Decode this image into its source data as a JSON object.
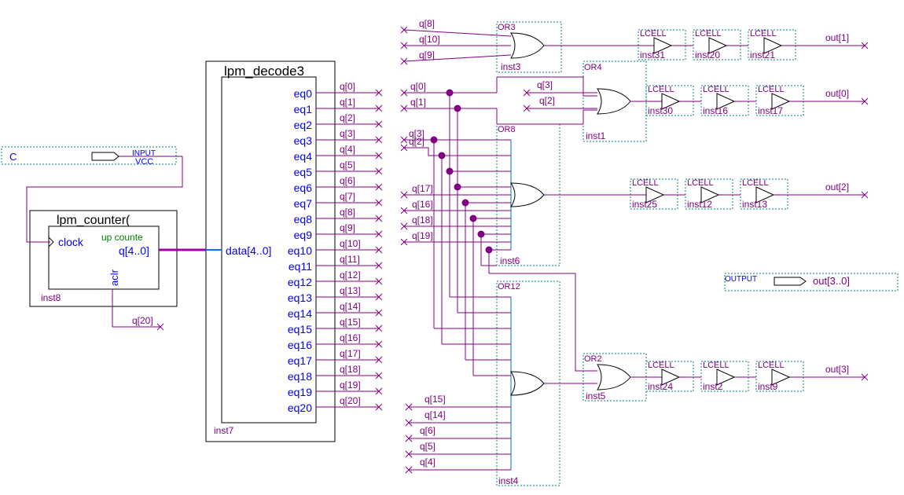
{
  "colors": {
    "wire": "#800080",
    "port": "#0000ff",
    "bus": "#a000a0",
    "dots": "#008080",
    "box": "#000000",
    "green": "#008000",
    "blue_line": "#0070ff"
  },
  "input": {
    "name": "C",
    "label": "INPUT",
    "vcc": "VCC"
  },
  "counter": {
    "title": "lpm_counter(",
    "mode": "up counte",
    "clock": "clock",
    "q": "q[4..0]",
    "aclr": "aclr",
    "inst": "inst8",
    "aclr_wire": "q[20]"
  },
  "decoder": {
    "title": "lpm_decode3",
    "data": "data[4..0]",
    "inst": "inst7",
    "eq": [
      "eq0",
      "eq1",
      "eq2",
      "eq3",
      "eq4",
      "eq5",
      "eq6",
      "eq7",
      "eq8",
      "eq9",
      "eq10",
      "eq11",
      "eq12",
      "eq13",
      "eq14",
      "eq15",
      "eq16",
      "eq17",
      "eq18",
      "eq19",
      "eq20"
    ],
    "q": [
      "q[0]",
      "q[1]",
      "q[2]",
      "q[3]",
      "q[4]",
      "q[5]",
      "q[6]",
      "q[7]",
      "q[8]",
      "q[9]",
      "q[10]",
      "q[11]",
      "q[12]",
      "q[13]",
      "q[14]",
      "q[15]",
      "q[16]",
      "q[17]",
      "q[18]",
      "q[19]",
      "q[20]"
    ]
  },
  "ors": {
    "or3": {
      "name": "OR3",
      "inst": "inst3",
      "inputs": [
        "q[8]",
        "q[10]",
        "q[9]"
      ]
    },
    "or4": {
      "name": "OR4",
      "inst": "inst1",
      "inputs": [
        "q[3]",
        "q[2]"
      ]
    },
    "or8": {
      "name": "OR8",
      "inst": "inst6",
      "inputs": [
        "q[3]",
        "q[2]",
        "q[17]",
        "q[16]",
        "q[18]",
        "q[19]"
      ]
    },
    "or12": {
      "name": "OR12",
      "inst": "inst4",
      "inputs": [
        "q[15]",
        "q[14]",
        "q[6]",
        "q[5]",
        "q[4]"
      ]
    },
    "or2": {
      "name": "OR2",
      "inst": "inst5"
    }
  },
  "bus_left": [
    "q[0]",
    "q[1]"
  ],
  "lcell_rows": [
    {
      "out": "out[1]",
      "insts": [
        "inst31",
        "inst20",
        "inst21"
      ]
    },
    {
      "out": "out[0]",
      "insts": [
        "inst30",
        "inst16",
        "inst17"
      ]
    },
    {
      "out": "out[2]",
      "insts": [
        "inst25",
        "inst12",
        "inst13"
      ]
    },
    {
      "out": "out[3]",
      "insts": [
        "inst24",
        "inst2",
        "inst9"
      ]
    }
  ],
  "lcell_label": "LCELL",
  "output": {
    "label": "OUTPUT",
    "name": "out[3..0]"
  }
}
